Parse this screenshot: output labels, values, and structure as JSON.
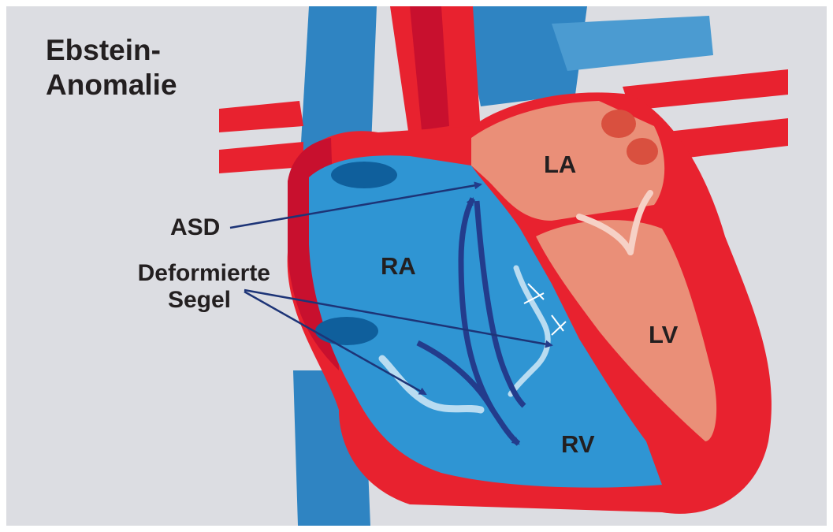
{
  "title": {
    "line1": "Ebstein-",
    "line2": "Anomalie"
  },
  "labels": {
    "asd": "ASD",
    "deformed_line1": "Deformierte",
    "deformed_line2": "Segel"
  },
  "chambers": {
    "ra": "RA",
    "la": "LA",
    "lv": "LV",
    "rv": "RV"
  },
  "colors": {
    "background": "#dcdde2",
    "vein_blue": "#2f84c2",
    "dark_blue": "#0f5f9c",
    "chamber_blue": "#2f95d3",
    "artery_red": "#e8222f",
    "dark_red": "#c8102e",
    "chamber_salmon": "#ea8f78",
    "arrow_navy": "#233c8c",
    "valve_light": "#b9dcf1"
  }
}
